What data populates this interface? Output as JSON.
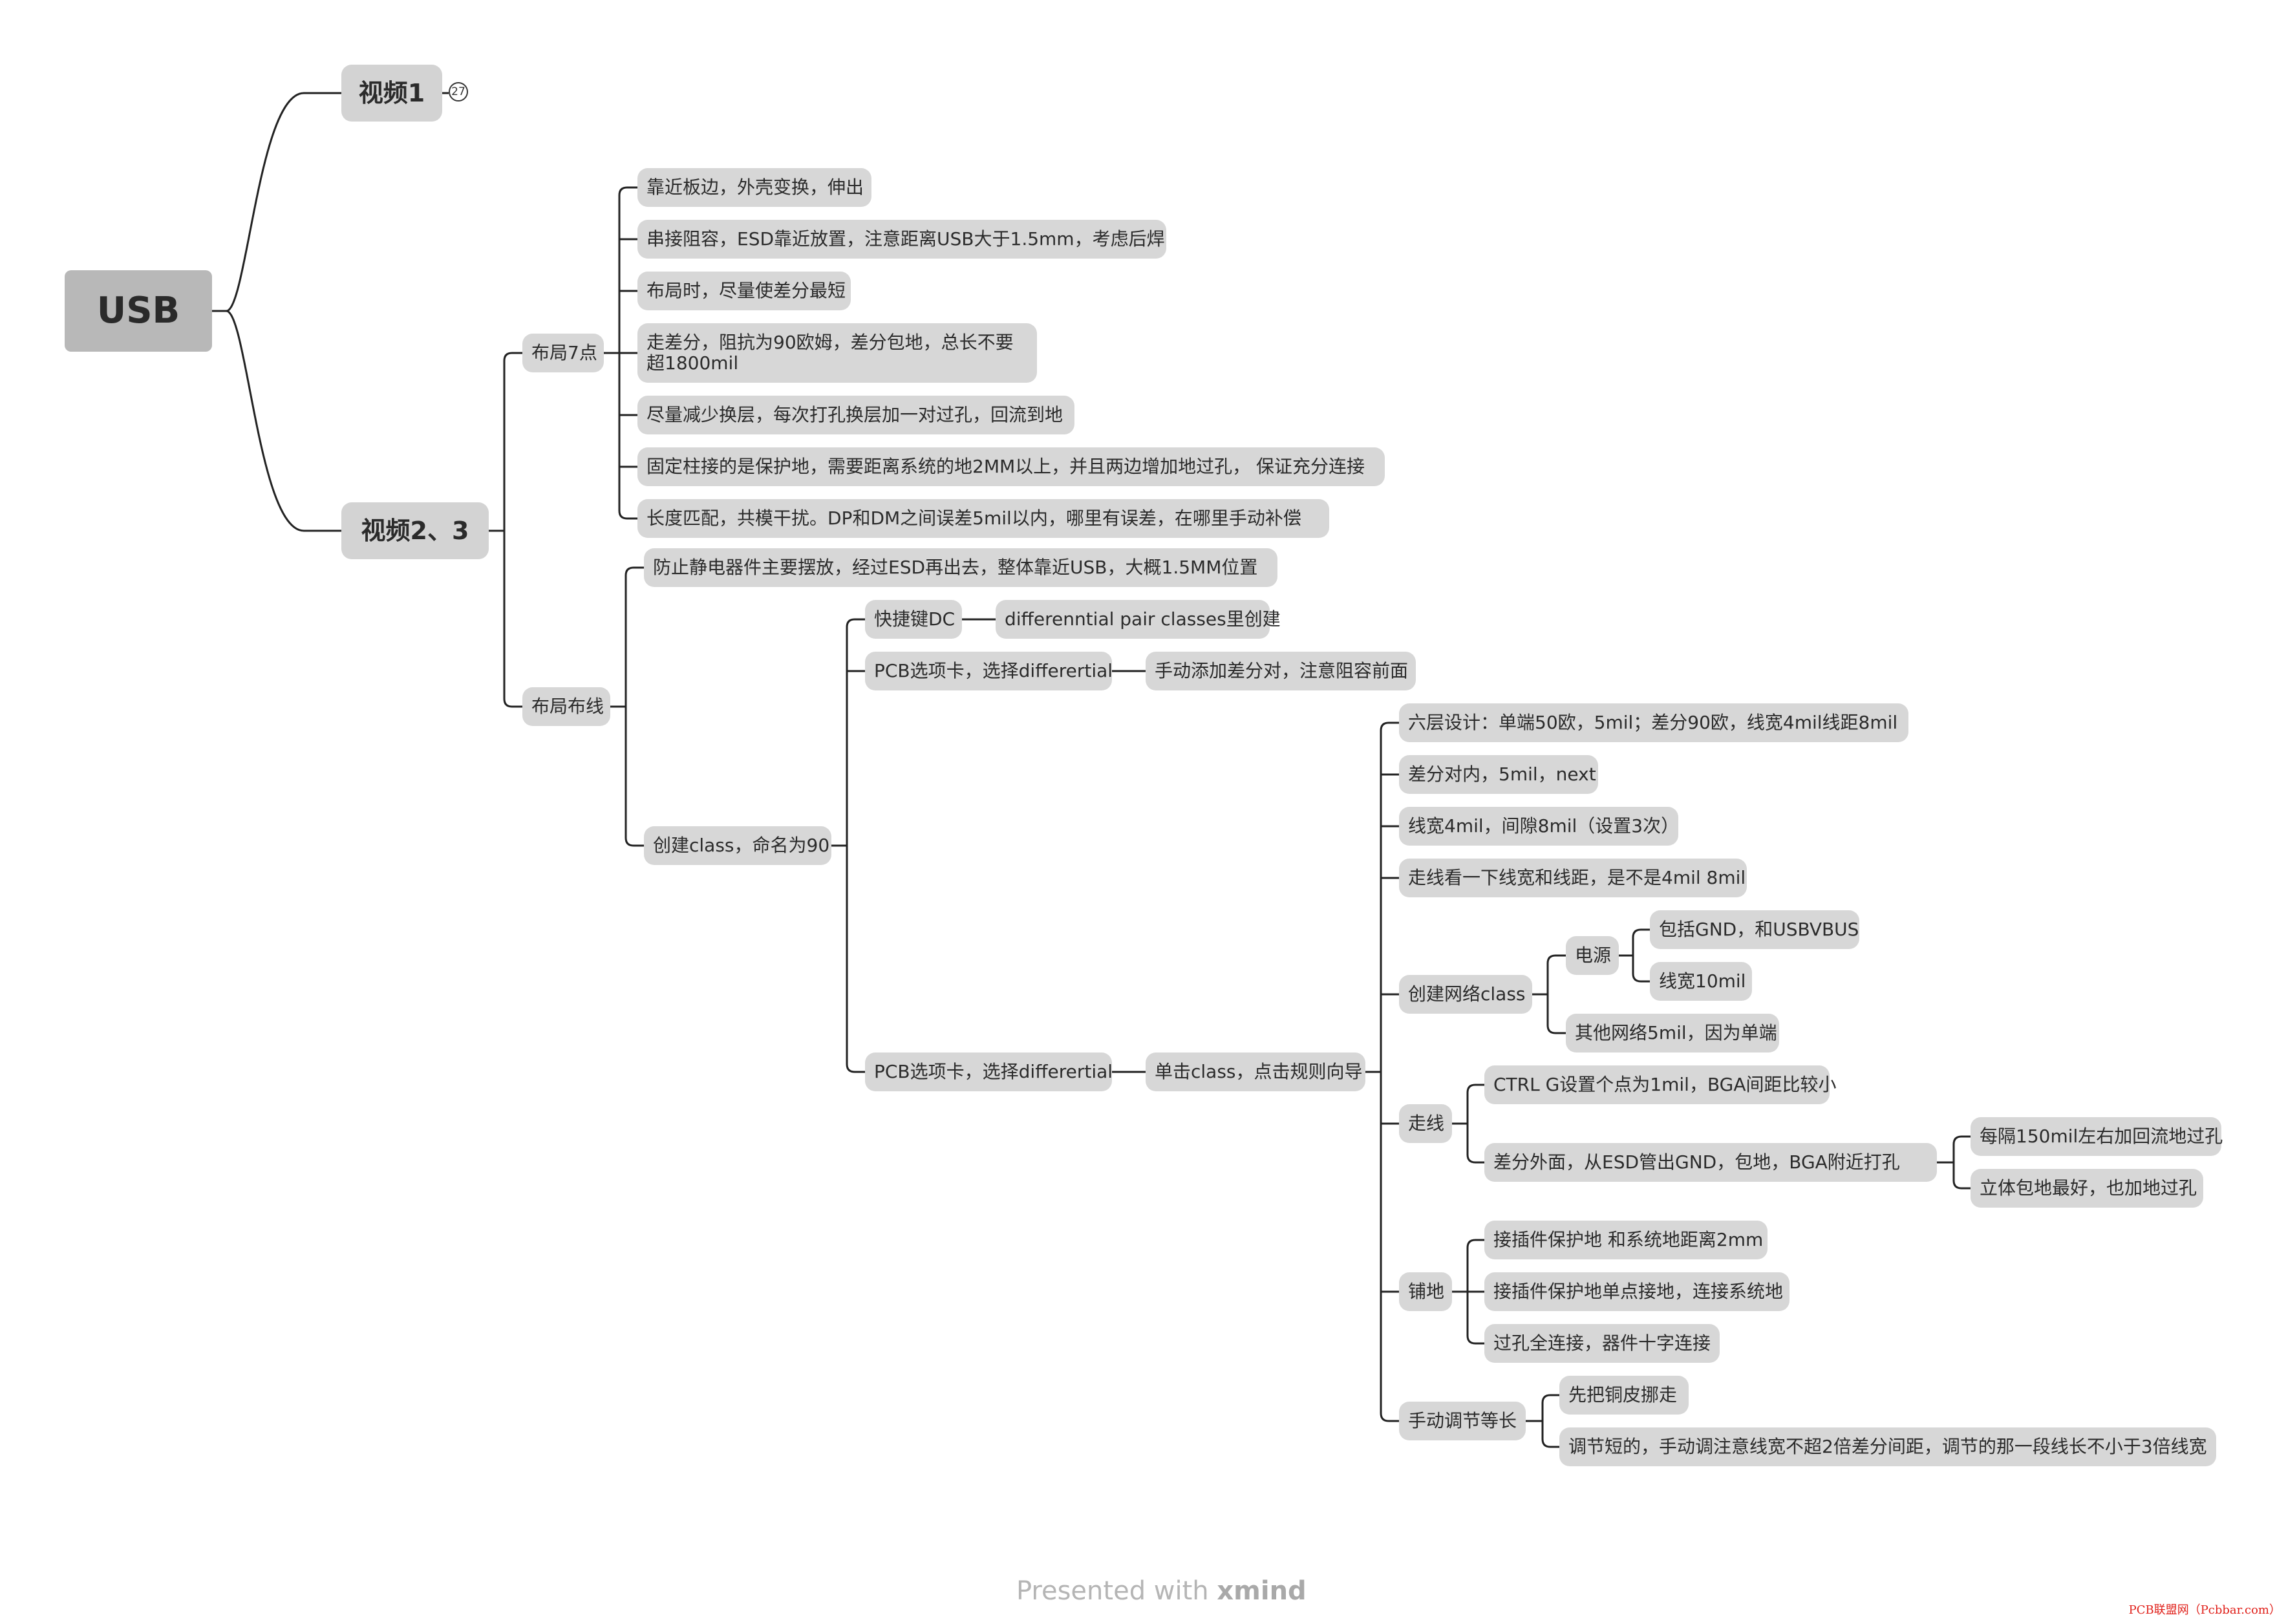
{
  "mindmap": {
    "root": "USB",
    "video1": {
      "label": "视频1",
      "badge": "27"
    },
    "video23": {
      "label": "视频2、3",
      "layout7": {
        "label": "布局7点",
        "items": [
          "靠近板边，外壳变换，伸出",
          "串接阻容，ESD靠近放置，注意距离USB大于1.5mm，考虑后焊",
          "布局时，尽量使差分最短",
          "走差分，阻抗为90欧姆，差分包地，总长不要超1800mil",
          "尽量减少换层，每次打孔换层加一对过孔，回流到地",
          "固定柱接的是保护地，需要距离系统的地2MM以上，并且两边增加地过孔， 保证充分连接",
          "长度匹配，共模干扰。DP和DM之间误差5mil以内，哪里有误差，在哪里手动补偿"
        ]
      },
      "routing": {
        "label": "布局布线",
        "esd": "防止静电器件主要摆放，经过ESD再出去，整体靠近USB，大概1.5MM位置",
        "create_class": {
          "label": "创建class，命名为90",
          "shortcut": {
            "label": "快捷键DC",
            "child": "differenntial pair classes里创建"
          },
          "pcb_tab1": {
            "label": "PCB选项卡，选择differertial",
            "child": "手动添加差分对，注意阻容前面"
          },
          "pcb_tab2": {
            "label": "PCB选项卡，选择differertial",
            "wizard": {
              "label": "单击class，点击规则向导",
              "six_layer": "六层设计：单端50欧，5mil；差分90欧，线宽4mil线距8mil",
              "diff_inner": "差分对内，5mil，next",
              "width_gap": "线宽4mil，间隙8mil（设置3次）",
              "check": "走线看一下线宽和线距，是不是4mil 8mil",
              "net_class": {
                "label": "创建网络class",
                "power": {
                  "label": "电源",
                  "gnd": "包括GND，和USBVBUS",
                  "width": "线宽10mil"
                },
                "others": "其他网络5mil，因为单端"
              },
              "routing2": {
                "label": "走线",
                "ctrl_g": "CTRL G设置个点为1mil，BGA间距比较小",
                "diff_out": {
                  "label": "差分外面，从ESD管出GND，包地，BGA附近打孔",
                  "every150": "每隔150mil左右加回流地过孔",
                  "solid": "立体包地最好，也加地过孔"
                }
              },
              "copper": {
                "label": "铺地",
                "a": "接插件保护地 和系统地距离2mm",
                "b": "接插件保护地单点接地，连接系统地",
                "c": "过孔全连接，器件十字连接"
              },
              "manual": {
                "label": "手动调节等长",
                "a": "先把铜皮挪走",
                "b": "调节短的，手动调注意线宽不超2倍差分间距，调节的那一段线长不小于3倍线宽"
              }
            }
          }
        }
      }
    }
  },
  "footer": {
    "presented": "Presented with ",
    "brand": "xmind"
  },
  "watermark": "PCB联盟网（Pcbbar.com）",
  "colors": {
    "node_fill": "#d7d7d7",
    "root_fill": "#b8b8b8",
    "line": "#222222",
    "footer": "#b5b5b5",
    "watermark": "#e0201a"
  }
}
